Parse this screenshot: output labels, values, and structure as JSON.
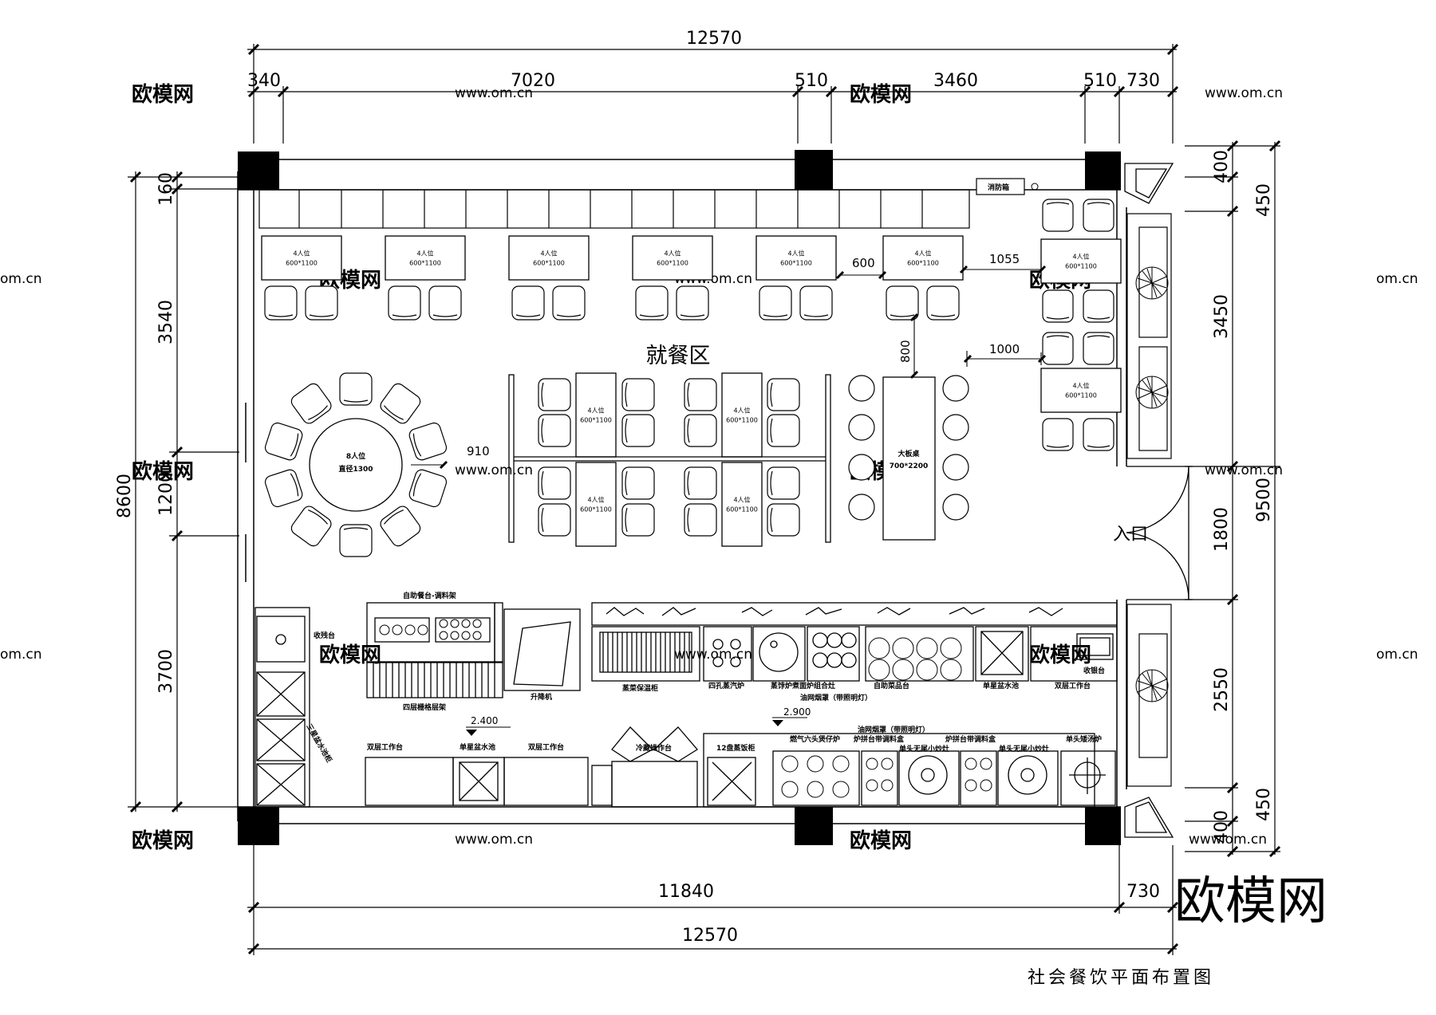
{
  "title": "社会餐饮平面布置图",
  "watermark": {
    "brand": "欧模网",
    "url": "www.om.cn",
    "domain": "om.cn"
  },
  "logo_text": "欧模网",
  "zone_label": "就餐区",
  "entrance_label": "入口",
  "dims": {
    "top_total": "12570",
    "top_segments": [
      "340",
      "7020",
      "510",
      "3460",
      "510",
      "730"
    ],
    "bottom_left": "11840",
    "bottom_right": "730",
    "bottom_total": "12570",
    "left_total": "8600",
    "left_segments": [
      "160",
      "3540",
      "1200",
      "3700"
    ],
    "right_total": "9500",
    "right_segments": [
      "400",
      "450",
      "3450",
      "1800",
      "2550",
      "450",
      "400"
    ],
    "inner": [
      "600",
      "1055",
      "800",
      "1000",
      "910"
    ]
  },
  "tables": {
    "four_seat": "4人位",
    "four_seat_size": "600*1100",
    "round_label": "8人位",
    "round_size": "直径1300",
    "long_label": "大板桌",
    "long_size": "700*2200"
  },
  "fire_box": "消防箱",
  "kitchen": {
    "buffet_rack": "自助餐台-调料架",
    "shelf4": "四层栅格层架",
    "cleanup": "收残台",
    "lift": "升降机",
    "steam_cabinet": "蒸菜保温柜",
    "steam4": "四孔蒸汽炉",
    "noodle_combo": "蒸饽炉煮面炉组合灶",
    "hood1": "油网烟罩（带照明灯）",
    "buffet_dish": "自助菜品台",
    "single_sink_r": "单星盆水池",
    "two_layer_r": "双层工作台",
    "cashier": "收银台",
    "level1": "2.400",
    "level2": "2.900",
    "two_layer_1": "双层工作台",
    "single_sink": "单星盆水池",
    "two_layer_2": "双层工作台",
    "triple_sink": "三星盆水池柜",
    "fridge_bench": "冷藏操作台",
    "rice_cabinet": "12盘蒸饭柜",
    "hood2": "油网烟罩（带照明灯）",
    "burner6": "燃气六头煲仔炉",
    "seasoning1": "炉拼台带调料盒",
    "seasoning2": "炉拼台带调料盒",
    "wok1": "单头无尾小炒灶",
    "wok2": "单头无尾小炒灶",
    "soup": "单头矮汤炉"
  }
}
